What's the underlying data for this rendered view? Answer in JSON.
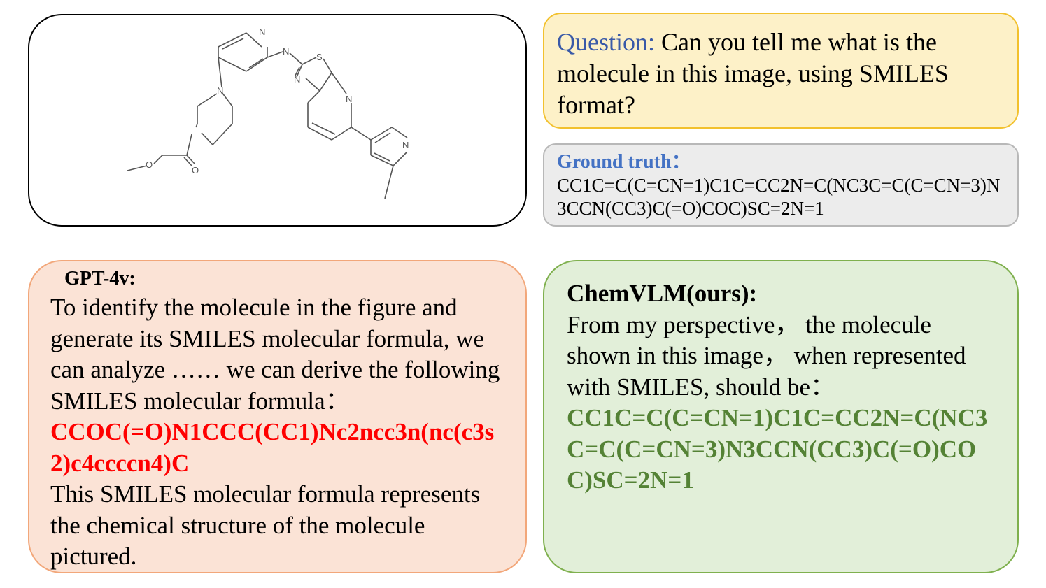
{
  "molecule": {
    "atom_labels": [
      "N",
      "N",
      "S",
      "N",
      "N",
      "N",
      "N",
      "O",
      "O"
    ]
  },
  "question": {
    "label": "Question:",
    "text": "Can you tell me what is the molecule in this image, using SMILES format?"
  },
  "ground_truth": {
    "label": "Ground truth：",
    "smiles": "CC1C=C(C=CN=1)C1C=CC2N=C(NC3C=C(C=CN=3)N3CCN(CC3)C(=O)COC)SC=2N=1"
  },
  "gpt4v": {
    "label": "GPT-4v:",
    "intro": "To identify the molecule in the figure and generate its SMILES molecular formula, we can analyze …… we can derive the following SMILES molecular formula：",
    "smiles": "CCOC(=O)N1CCC(CC1)Nc2ncc3n(nc(c3s2)c4ccccn4)C",
    "outro": "This SMILES molecular formula represents the chemical structure of the molecule pictured."
  },
  "chemvlm": {
    "label": "ChemVLM(ours):",
    "intro": "From my perspective， the molecule shown in this image， when represented with SMILES, should be：",
    "smiles": "CC1C=C(C=CN=1)C1C=CC2N=C(NC3C=C(C=CN=3)N3CCN(CC3)C(=O)COC)SC=2N=1"
  },
  "colors": {
    "question_bg": "#fdf1c8",
    "question_border": "#f2c12e",
    "question_label": "#3a5aa8",
    "gt_bg": "#ececec",
    "gt_label": "#4472c4",
    "gpt_bg": "#fbe3d6",
    "gpt_border": "#f2a77a",
    "gpt_smiles": "#ff0000",
    "chem_bg": "#e2efd9",
    "chem_border": "#7fb04e",
    "chem_smiles": "#548235"
  }
}
